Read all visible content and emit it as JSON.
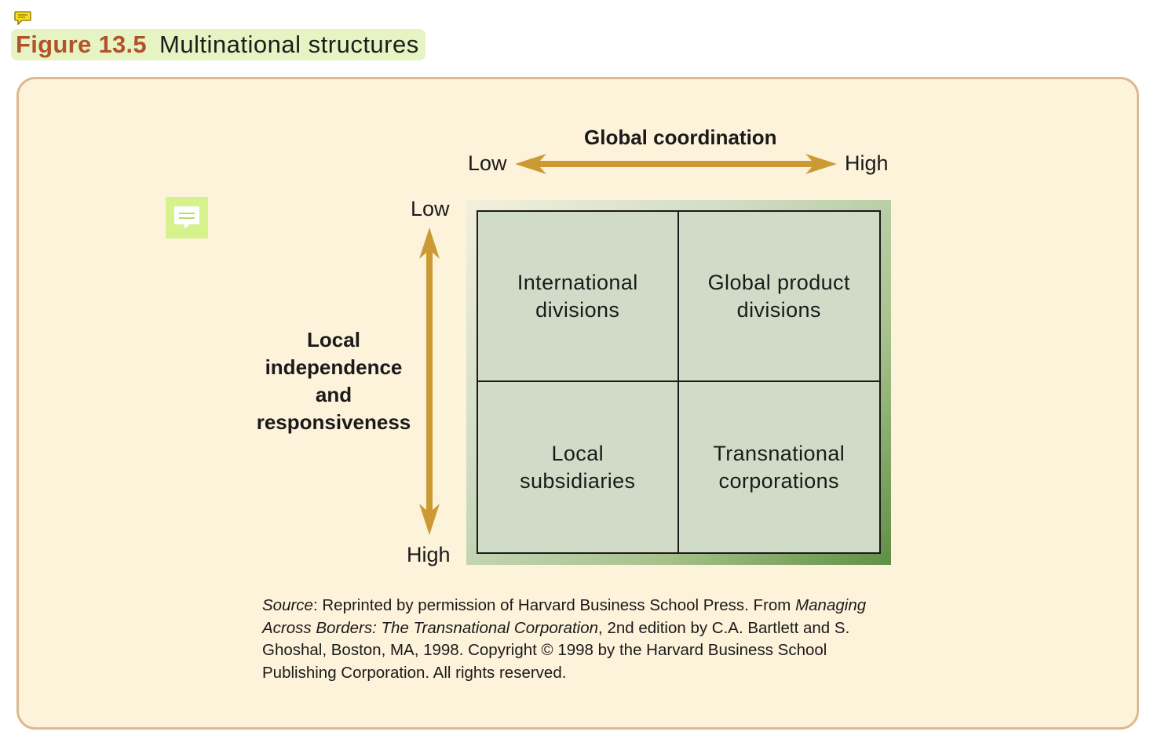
{
  "figure": {
    "label": "Figure 13.5",
    "title": "Multinational structures"
  },
  "axes": {
    "horizontal": {
      "title": "Global coordination",
      "low": "Low",
      "high": "High"
    },
    "vertical": {
      "title_lines": [
        "Local",
        "independence",
        "and",
        "responsiveness"
      ],
      "low": "Low",
      "high": "High"
    }
  },
  "matrix": {
    "cells": [
      {
        "lines": [
          "International",
          "divisions"
        ]
      },
      {
        "lines": [
          "Global product",
          "divisions"
        ]
      },
      {
        "lines": [
          "Local",
          "subsidiaries"
        ]
      },
      {
        "lines": [
          "Transnational",
          "corporations"
        ]
      }
    ]
  },
  "source": {
    "label": "Source",
    "text1": ": Reprinted by permission of Harvard Business School Press. From ",
    "book_title": "Managing Across Borders: The Transnational Corporation",
    "text2": ", 2nd edition by C.A. Bartlett and S. Ghoshal, Boston, MA, 1998. Copyright © 1998 by the Harvard Business School Publishing Corporation. All rights reserved."
  },
  "icons": {
    "small_note": "comment-icon",
    "large_note": "comment-icon"
  },
  "colors": {
    "figure_label": "#b2522b",
    "title_highlight": "#e6f3c2",
    "panel_bg": "#fdf2da",
    "panel_border": "#ddb98f",
    "arrow": "#cc9a34",
    "cell_fill": "#d1dcc8",
    "matrix_shadow": "#5f8f43"
  }
}
